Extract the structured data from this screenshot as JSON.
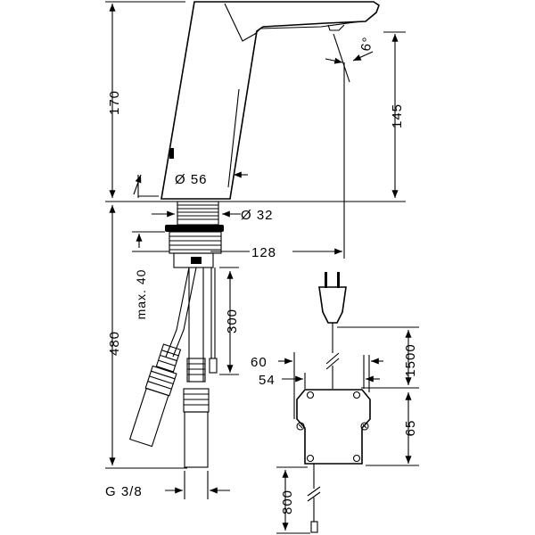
{
  "dimensions": {
    "height_total": "170",
    "height_spout": "145",
    "body_diameter": "Ø 56",
    "shank_diameter": "Ø 32",
    "reach": "128",
    "angle": "6°",
    "max_thickness": "max. 40",
    "under_length": "480",
    "hose_length": "300",
    "box_offset_60": "60",
    "box_offset_54": "54",
    "cable_length_1500": "1500",
    "box_height": "65",
    "cable_length_800": "800",
    "thread": "G 3/8"
  }
}
